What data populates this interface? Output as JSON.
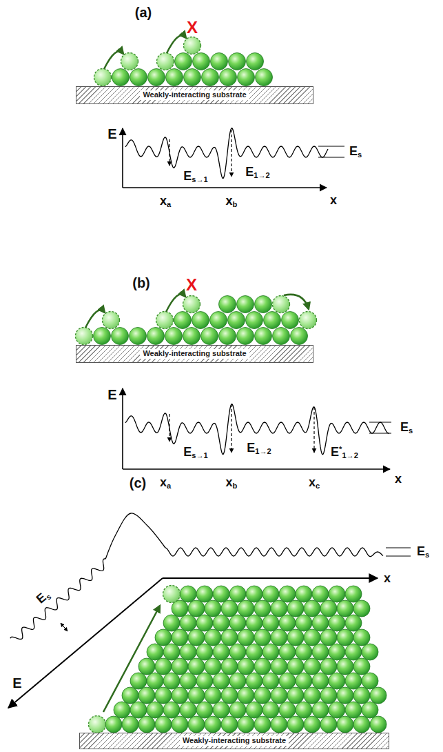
{
  "diagram": {
    "nodes": [
      {
        "text": [
          "Weakly-interacting substrate"
        ]
      },
      {
        "text": [
          "Weakly-interacting substrate"
        ]
      },
      {
        "text": [
          "Weakly-interacting substrate"
        ]
      }
    ],
    "labels": [
      "(a)",
      "X",
      "E",
      "Es→1",
      "E1→2",
      "Es",
      "xa",
      "xb",
      "x",
      "(b)",
      "X",
      "E",
      "Es→1",
      "E1→2",
      "E*1→2",
      "Es",
      "xa",
      "xb",
      "xc",
      "x",
      "(c)",
      "Es",
      "Es",
      "E",
      "x"
    ]
  }
}
